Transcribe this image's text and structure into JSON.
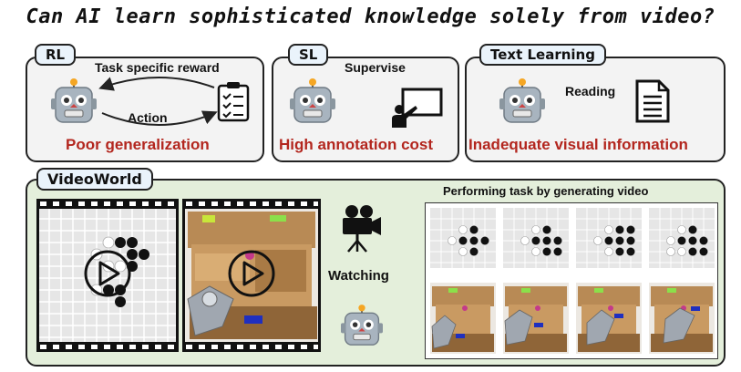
{
  "title": "Can AI learn sophisticated knowledge solely from video?",
  "panels": {
    "rl": {
      "tag": "RL",
      "top_label": "Task specific reward",
      "bottom_label": "Action",
      "issue": "Poor generalization"
    },
    "sl": {
      "tag": "SL",
      "label": "Supervise",
      "issue": "High annotation cost"
    },
    "text": {
      "tag": "Text Learning",
      "label": "Reading",
      "issue": "Inadequate visual information"
    }
  },
  "videoworld": {
    "tag": "VideoWorld",
    "watching_label": "Watching",
    "task_title": "Performing task by generating video"
  },
  "colors": {
    "issue": "#b3261e",
    "tag_bg": "#eaf3fb",
    "videoworld_bg": "#e4efdb",
    "panel_bg": "#f3f3f3"
  },
  "icons": [
    "robot-icon",
    "clipboard-icon",
    "teacher-board-icon",
    "document-icon",
    "video-camera-icon",
    "play-icon",
    "go-board-icon",
    "robot-arm-scene-icon"
  ]
}
